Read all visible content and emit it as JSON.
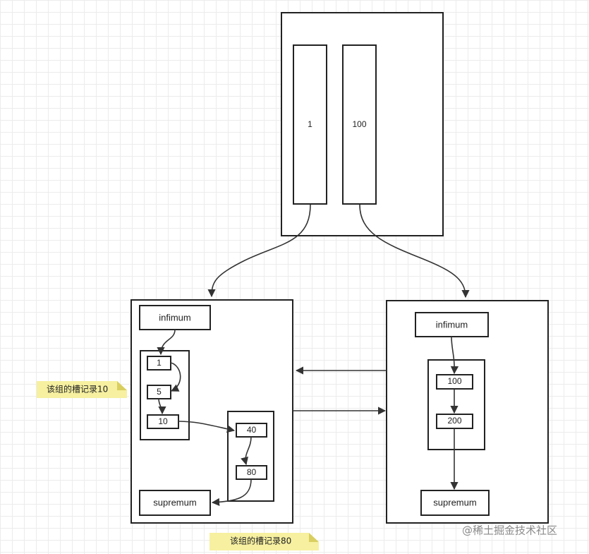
{
  "top_page": {
    "keys": [
      "1",
      "100"
    ]
  },
  "left_page": {
    "infimum_label": "infimum",
    "group1_records": [
      "1",
      "5",
      "10"
    ],
    "group2_records": [
      "40",
      "80"
    ],
    "supremum_label": "supremum"
  },
  "right_page": {
    "infimum_label": "infimum",
    "group1_records": [
      "100",
      "200"
    ],
    "supremum_label": "supremum"
  },
  "notes": {
    "group1_slot": "该组的槽记录10",
    "group2_slot": "该组的槽记录80"
  },
  "watermark": "@稀土掘金技术社区"
}
